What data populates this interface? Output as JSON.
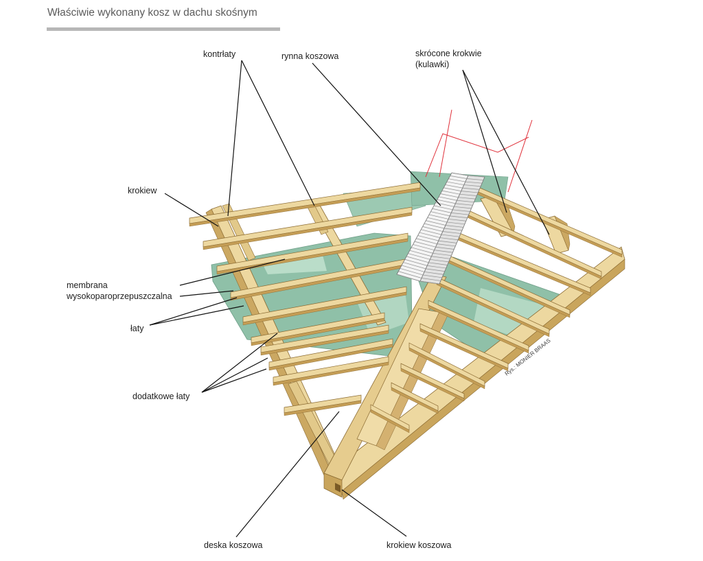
{
  "header": {
    "title": "Właściwie wykonany kosz w dachu skośnym"
  },
  "labels": {
    "kontrlaty": "kontrłaty",
    "rynna": "rynna koszowa",
    "skrocone_line1": "skrócone krokwie",
    "skrocone_line2": "(kulawki)",
    "krokiew": "krokiew",
    "membrana_line1": "membrana",
    "membrana_line2": "wysokoparoprzepuszczalna",
    "laty": "łaty",
    "dodatkowe": "dodatkowe łaty",
    "deska": "deska koszowa",
    "krokiew_koszowa": "krokiew koszowa"
  },
  "credit": "Rys.: MONIER BRAAS",
  "colors": {
    "wood_top": "#edd8a0",
    "wood_side": "#cba862",
    "wood_edge": "#8a6a32",
    "membrane": "#8fc0a8",
    "membrane_light": "#bfe0cc",
    "gutter": "#f2f2f2",
    "gutter_lines": "#8f8f8f",
    "red_lines": "#e0303a",
    "rule": "#b7b7b7"
  }
}
